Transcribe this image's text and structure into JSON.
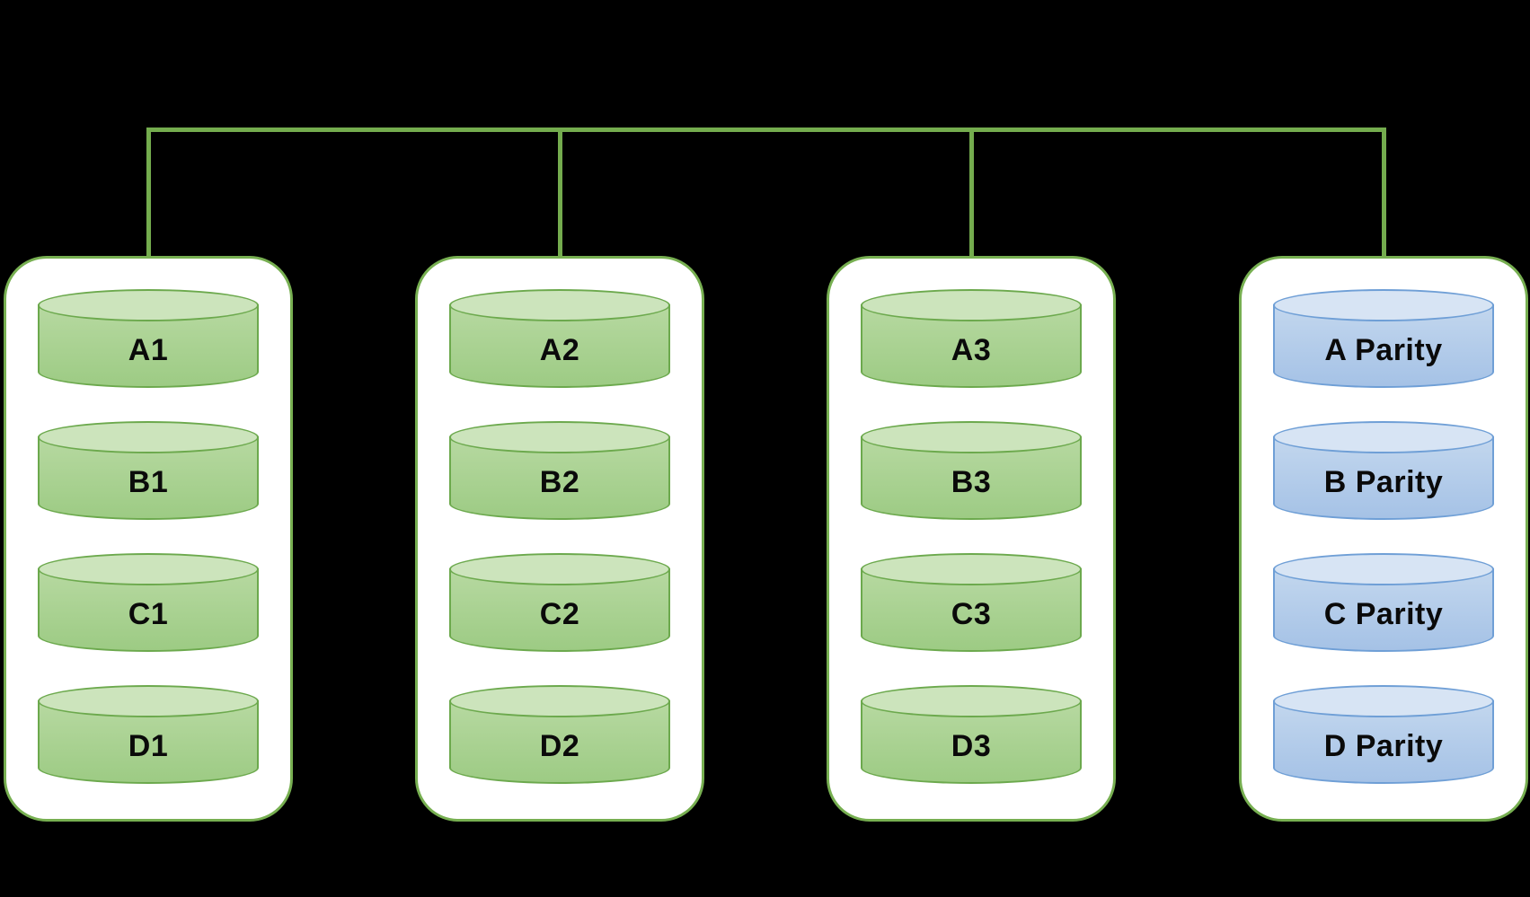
{
  "diagram": {
    "kind": "raid-storage-diagram",
    "columns": [
      {
        "id": "disk-enclosure-1",
        "type": "data",
        "disks": [
          "A1",
          "B1",
          "C1",
          "D1"
        ]
      },
      {
        "id": "disk-enclosure-2",
        "type": "data",
        "disks": [
          "A2",
          "B2",
          "C2",
          "D2"
        ]
      },
      {
        "id": "disk-enclosure-3",
        "type": "data",
        "disks": [
          "A3",
          "B3",
          "C3",
          "D3"
        ]
      },
      {
        "id": "disk-enclosure-4",
        "type": "parity",
        "disks": [
          "A Parity",
          "B Parity",
          "C Parity",
          "D Parity"
        ]
      }
    ],
    "colors": {
      "background": "#000000",
      "connector_line": "#74AC4E",
      "enclosure_fill": "#FFFFFF",
      "enclosure_border": "#77AF51",
      "data_disk_top": "#CCE4BC",
      "data_disk_body_light": "#B7D9A1",
      "data_disk_body_dark": "#9DCB84",
      "data_disk_border": "#6CA94D",
      "parity_disk_top": "#D7E4F4",
      "parity_disk_body_light": "#C3D7EE",
      "parity_disk_body_dark": "#A5C2E6",
      "parity_disk_border": "#6F9FD6",
      "label_text": "#0A0A0A"
    }
  }
}
